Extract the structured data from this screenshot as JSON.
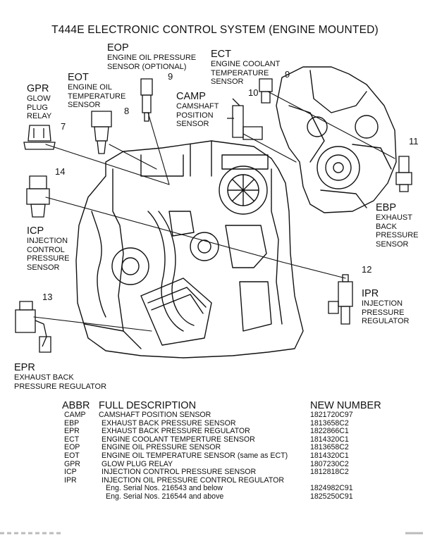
{
  "title": "T444E ELECTRONIC CONTROL SYSTEM (ENGINE MOUNTED)",
  "callouts": {
    "eop": {
      "abbr": "EOP",
      "line1": "ENGINE OIL PRESSURE",
      "line2": "SENSOR (OPTIONAL)",
      "num": "9"
    },
    "ect": {
      "abbr": "ECT",
      "line1": "ENGINE COOLANT",
      "line2": "TEMPERATURE",
      "line3": "SENSOR",
      "num": "9"
    },
    "eot": {
      "abbr": "EOT",
      "line1": "ENGINE OIL",
      "line2": "TEMPERATURE",
      "line3": "SENSOR",
      "num": "8"
    },
    "gpr": {
      "abbr": "GPR",
      "line1": "GLOW",
      "line2": "PLUG",
      "line3": "RELAY",
      "num": "7"
    },
    "camp": {
      "abbr": "CAMP",
      "line1": "CAMSHAFT",
      "line2": "POSITION",
      "line3": "SENSOR",
      "num": "10"
    },
    "ebp": {
      "abbr": "EBP",
      "line1": "EXHAUST",
      "line2": "BACK",
      "line3": "PRESSURE",
      "line4": "SENSOR",
      "num": "11"
    },
    "icp": {
      "abbr": "ICP",
      "line1": "INJECTION",
      "line2": "CONTROL",
      "line3": "PRESSURE",
      "line4": "SENSOR",
      "num": "14"
    },
    "ipr": {
      "abbr": "IPR",
      "line1": "INJECTION",
      "line2": "PRESSURE",
      "line3": "REGULATOR",
      "num": "12"
    },
    "epr": {
      "abbr": "EPR",
      "line1": "EXHAUST BACK",
      "line2": "PRESSURE REGULATOR",
      "num": "13"
    }
  },
  "table": {
    "headers": {
      "abbr": "ABBR",
      "desc": "FULL DESCRIPTION",
      "number": "NEW NUMBER"
    },
    "rows": [
      {
        "abbr": "CAMP",
        "desc": "CAMSHAFT POSITION SENSOR",
        "number": "1821720C97"
      },
      {
        "abbr": "EBP",
        "desc": "EXHAUST BACK PRESSURE SENSOR",
        "number": "1813658C2"
      },
      {
        "abbr": "EPR",
        "desc": "EXHAUST BACK PRESSURE REGULATOR",
        "number": "1822866C1"
      },
      {
        "abbr": "ECT",
        "desc": "ENGINE COOLANT TEMPERTURE SENSOR",
        "number": "1814320C1"
      },
      {
        "abbr": "EOP",
        "desc": "ENGINE OIL PRESSURE SENSOR",
        "number": "1813658C2"
      },
      {
        "abbr": "EOT",
        "desc": "ENGINE OIL TEMPERATURE SENSOR (same as ECT)",
        "number": "1814320C1"
      },
      {
        "abbr": "GPR",
        "desc": "GLOW PLUG RELAY",
        "number": "1807230C2"
      },
      {
        "abbr": "ICP",
        "desc": "INJECTION CONTROL PRESSURE SENSOR",
        "number": "1812818C2"
      },
      {
        "abbr": "IPR",
        "desc": "INJECTION OIL PRESSURE CONTROL REGULATOR",
        "number": ""
      }
    ],
    "subrows": [
      {
        "desc": "Eng. Serial Nos. 216543 and below",
        "number": "1824982C91"
      },
      {
        "desc": "Eng. Serial Nos. 216544 and above",
        "number": "1825250C91"
      }
    ]
  }
}
